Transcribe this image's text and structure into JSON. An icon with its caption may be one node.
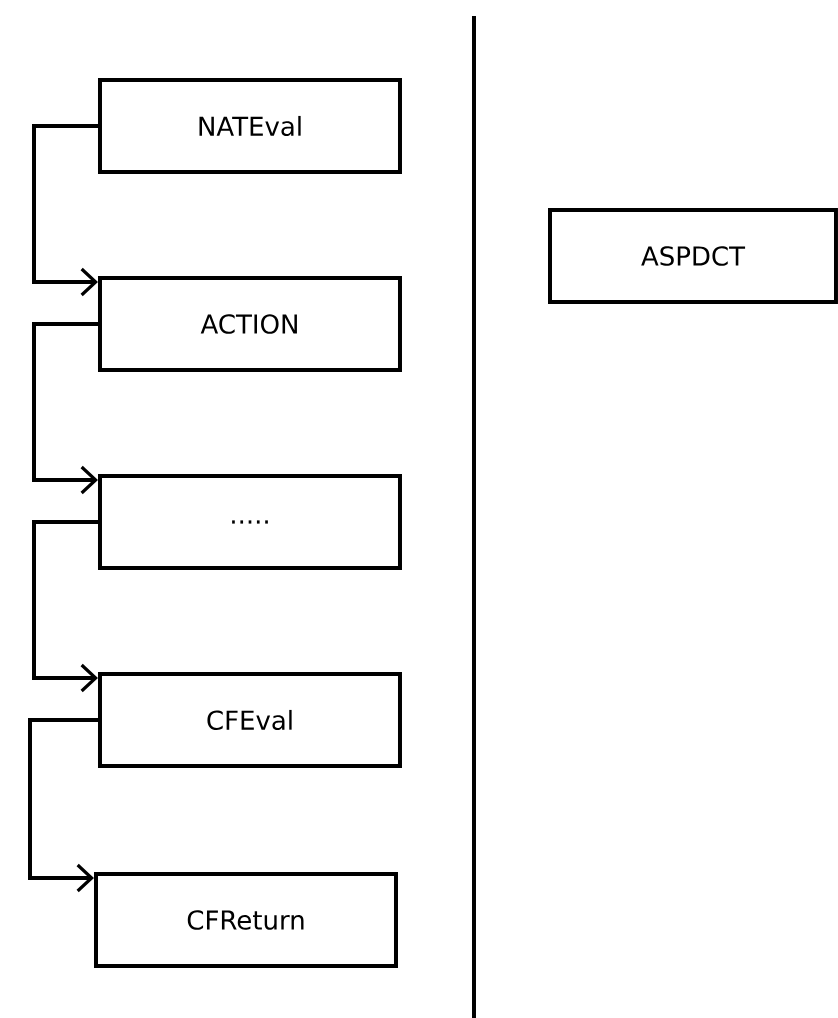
{
  "diagram": {
    "nodes": [
      {
        "text": [
          "NATEval"
        ]
      },
      {
        "text": [
          "ACTION"
        ]
      },
      {
        "text": [
          "....."
        ]
      },
      {
        "text": [
          "CFEval"
        ]
      },
      {
        "text": [
          "CFReturn"
        ]
      },
      {
        "text": [
          "ASPDCT"
        ]
      }
    ],
    "edges": [
      {
        "from": 0,
        "to": 1,
        "arrow": "to"
      },
      {
        "from": 1,
        "to": 2,
        "arrow": "to"
      },
      {
        "from": 2,
        "to": 3,
        "arrow": "to"
      },
      {
        "from": 3,
        "to": 4,
        "arrow": "to"
      }
    ]
  }
}
